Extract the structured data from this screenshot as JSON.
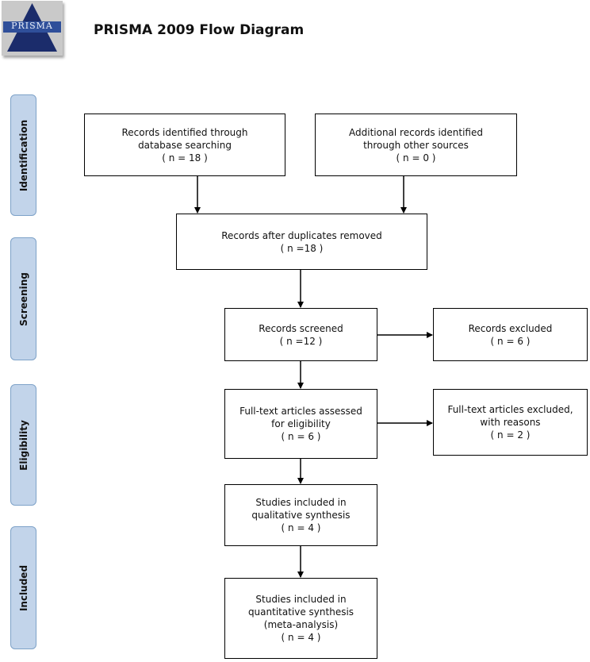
{
  "logo": {
    "text": "PRISMA"
  },
  "title": "PRISMA 2009 Flow Diagram",
  "phases": {
    "identification": "Identification",
    "screening": "Screening",
    "eligibility": "Eligibility",
    "included": "Included"
  },
  "boxes": {
    "database": {
      "line1": "Records identified through",
      "line2": "database searching",
      "count": "( n = 18  )"
    },
    "other": {
      "line1": "Additional records identified",
      "line2": "through other sources",
      "count": "( n = 0  )"
    },
    "duplicates": {
      "line1": "Records after duplicates removed",
      "count": "( n =18   )"
    },
    "screened": {
      "line1": "Records screened",
      "count": "( n =12   )"
    },
    "excluded": {
      "line1": "Records excluded",
      "count": "( n =  6 )"
    },
    "fulltext": {
      "line1": "Full-text articles assessed",
      "line2": "for eligibility",
      "count": "( n = 6  )"
    },
    "fulltext_excluded": {
      "line1": "Full-text articles excluded,",
      "line2": "with reasons",
      "count": "( n = 2  )"
    },
    "qualitative": {
      "line1": "Studies included in",
      "line2": "qualitative synthesis",
      "count": "( n = 4 )"
    },
    "quantitative": {
      "line1": "Studies included in",
      "line2": "quantitative synthesis",
      "line3": "(meta-analysis)",
      "count": "( n = 4  )"
    }
  }
}
